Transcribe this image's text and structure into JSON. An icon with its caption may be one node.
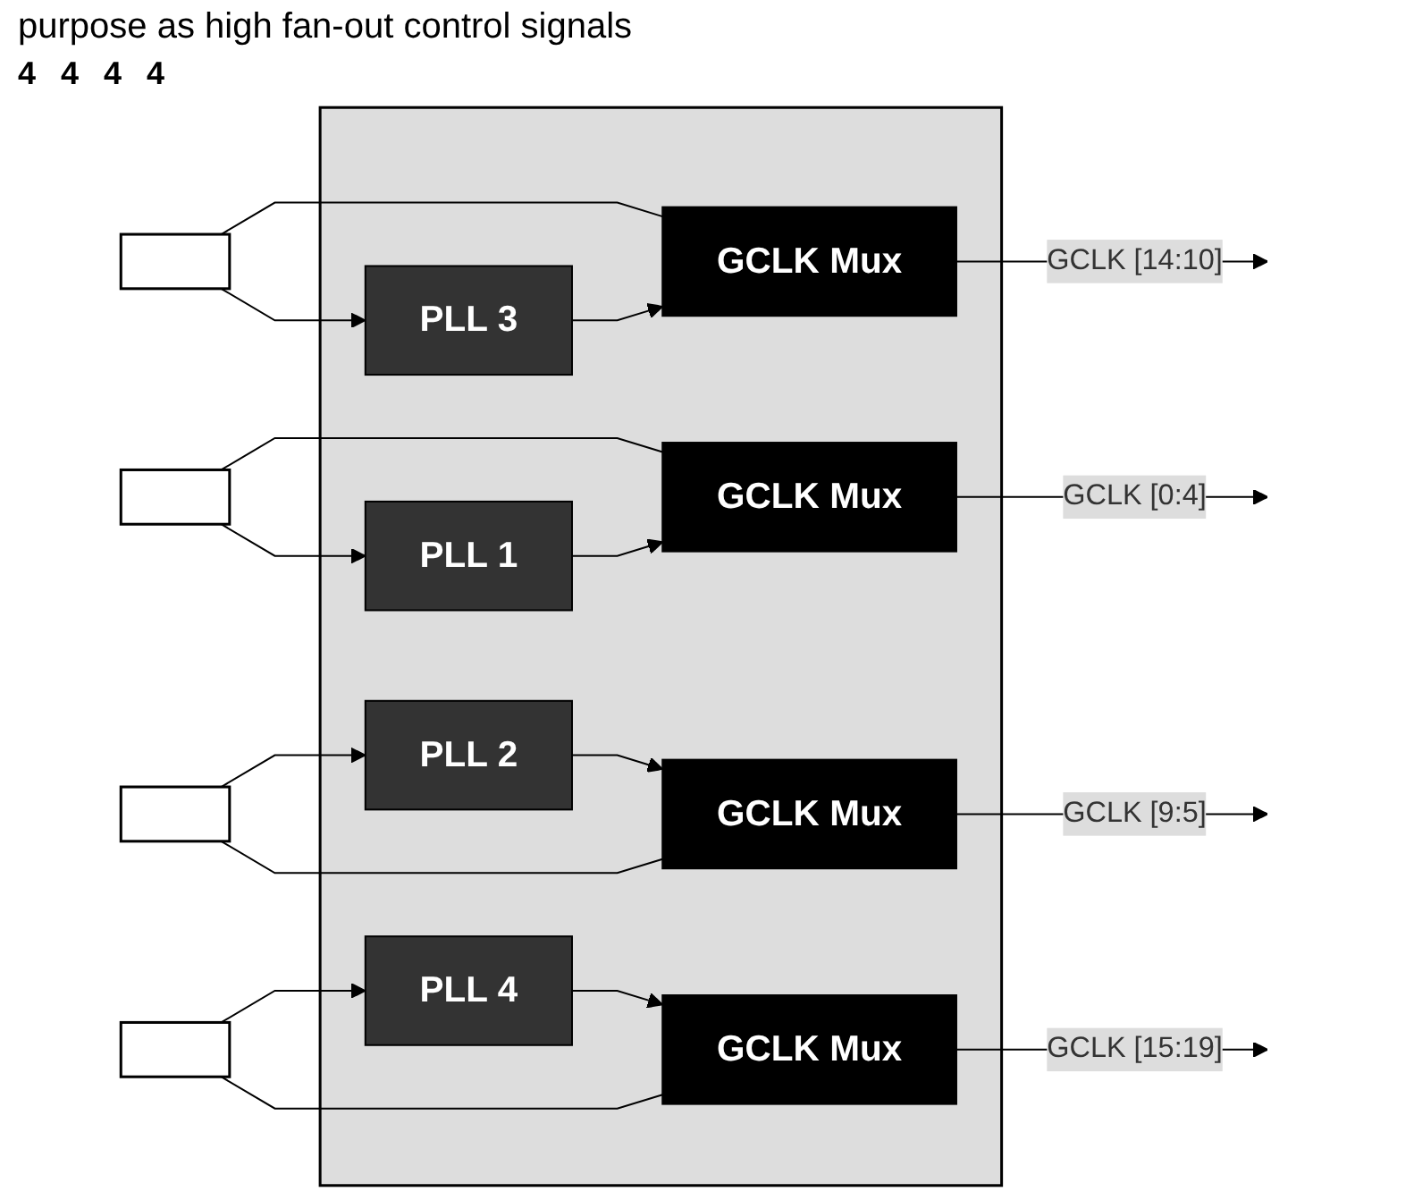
{
  "diagram": {
    "nodes": [
      {
        "text": [],
        "shape": "box"
      },
      {
        "text": [],
        "shape": "box"
      },
      {
        "text": [
          "PLL 3"
        ],
        "in": 0
      },
      {
        "text": [
          "GCLK Mux"
        ],
        "in": 0
      },
      {
        "text": [
          "PLL 2"
        ],
        "in": 0
      },
      {
        "text": [],
        "shape": "box"
      },
      {
        "text": [
          "GCLK Mux"
        ],
        "in": 0
      },
      {
        "text": [
          "GCLK Mux"
        ],
        "in": 0
      },
      {
        "text": [],
        "shape": "box"
      },
      {
        "text": [
          "PLL 1"
        ],
        "in": 0
      },
      {
        "text": [
          "GCLK Mux"
        ],
        "in": 0
      },
      {
        "text": [
          "PLL 4"
        ],
        "in": 0
      },
      {
        "text": [],
        "shape": "box"
      }
    ],
    "edges": [
      {
        "from": 1,
        "to": 3,
        "arrow": "none"
      },
      {
        "from": 1,
        "to": 2,
        "arrow": "to"
      },
      {
        "from": 2,
        "to": 3,
        "arrow": "to"
      },
      {
        "from": 3,
        "to": null,
        "arrow": "to",
        "label": "GCLK [14:10]"
      },
      {
        "from": 4,
        "to": 7,
        "arrow": "to"
      },
      {
        "from": 8,
        "to": 7,
        "arrow": "none"
      },
      {
        "from": 8,
        "to": 4,
        "arrow": "to"
      },
      {
        "from": 7,
        "to": null,
        "arrow": "to",
        "label": "GCLK [9:5]"
      },
      {
        "from": 5,
        "to": 6,
        "arrow": "none"
      },
      {
        "from": 5,
        "to": 9,
        "arrow": "to"
      },
      {
        "from": 9,
        "to": 6,
        "arrow": "to"
      },
      {
        "from": 6,
        "to": null,
        "arrow": "to",
        "label": "GCLK [0:4]"
      },
      {
        "from": 11,
        "to": 10,
        "arrow": "to"
      },
      {
        "from": 12,
        "to": 10,
        "arrow": "none"
      },
      {
        "from": 12,
        "to": 11,
        "arrow": "to"
      },
      {
        "from": 10,
        "to": null,
        "arrow": "to",
        "label": "GCLK [15:19]"
      }
    ],
    "labels": [
      "purpose as high fan-out control signals",
      "4",
      "4",
      "4",
      "4"
    ]
  }
}
